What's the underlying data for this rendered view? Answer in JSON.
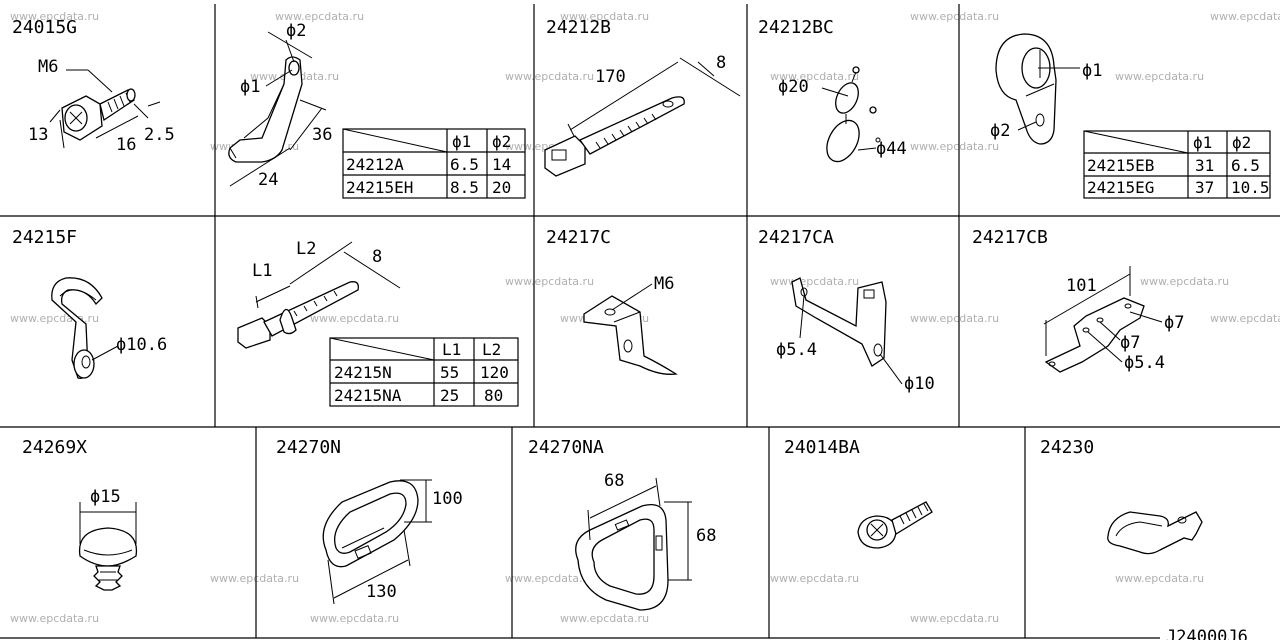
{
  "watermark": "www.epcdata.ru",
  "drawing_code": "J24000J6",
  "parts": {
    "p24015G": {
      "number": "24015G",
      "thread": "M6",
      "dims": [
        "13",
        "16",
        "2.5"
      ]
    },
    "p24212A": {
      "dims": [
        "ϕ2",
        "ϕ1",
        "36",
        "24"
      ],
      "table": {
        "headers": [
          "ϕ1",
          "ϕ2"
        ],
        "rows": [
          [
            "24212A",
            "6.5",
            "14"
          ],
          [
            "24215EH",
            "8.5",
            "20"
          ]
        ]
      }
    },
    "p24212B": {
      "number": "24212B",
      "dims": [
        "170",
        "8"
      ]
    },
    "p24212BC": {
      "number": "24212BC",
      "dims": [
        "ϕ20",
        "ϕ44"
      ]
    },
    "p24215EB": {
      "dims": [
        "ϕ1",
        "ϕ2"
      ],
      "table": {
        "headers": [
          "ϕ1",
          "ϕ2"
        ],
        "rows": [
          [
            "24215EB",
            "31",
            "6.5"
          ],
          [
            "24215EG",
            "37",
            "10.5"
          ]
        ]
      }
    },
    "p24215F": {
      "number": "24215F",
      "dims": [
        "ϕ10.6"
      ]
    },
    "p24215N": {
      "dims": [
        "L1",
        "L2",
        "8"
      ],
      "table": {
        "headers": [
          "L1",
          "L2"
        ],
        "rows": [
          [
            "24215N",
            "55",
            "120"
          ],
          [
            "24215NA",
            "25",
            "80"
          ]
        ]
      }
    },
    "p24217C": {
      "number": "24217C",
      "dims": [
        "M6"
      ]
    },
    "p24217CA": {
      "number": "24217CA",
      "dims": [
        "ϕ5.4",
        "ϕ10"
      ]
    },
    "p24217CB": {
      "number": "24217CB",
      "dims": [
        "101",
        "ϕ7",
        "ϕ7",
        "ϕ5.4"
      ]
    },
    "p24269X": {
      "number": "24269X",
      "dims": [
        "ϕ15"
      ]
    },
    "p24270N": {
      "number": "24270N",
      "dims": [
        "100",
        "130"
      ]
    },
    "p24270NA": {
      "number": "24270NA",
      "dims": [
        "68",
        "68"
      ]
    },
    "p24014BA": {
      "number": "24014BA"
    },
    "p24230": {
      "number": "24230"
    }
  }
}
